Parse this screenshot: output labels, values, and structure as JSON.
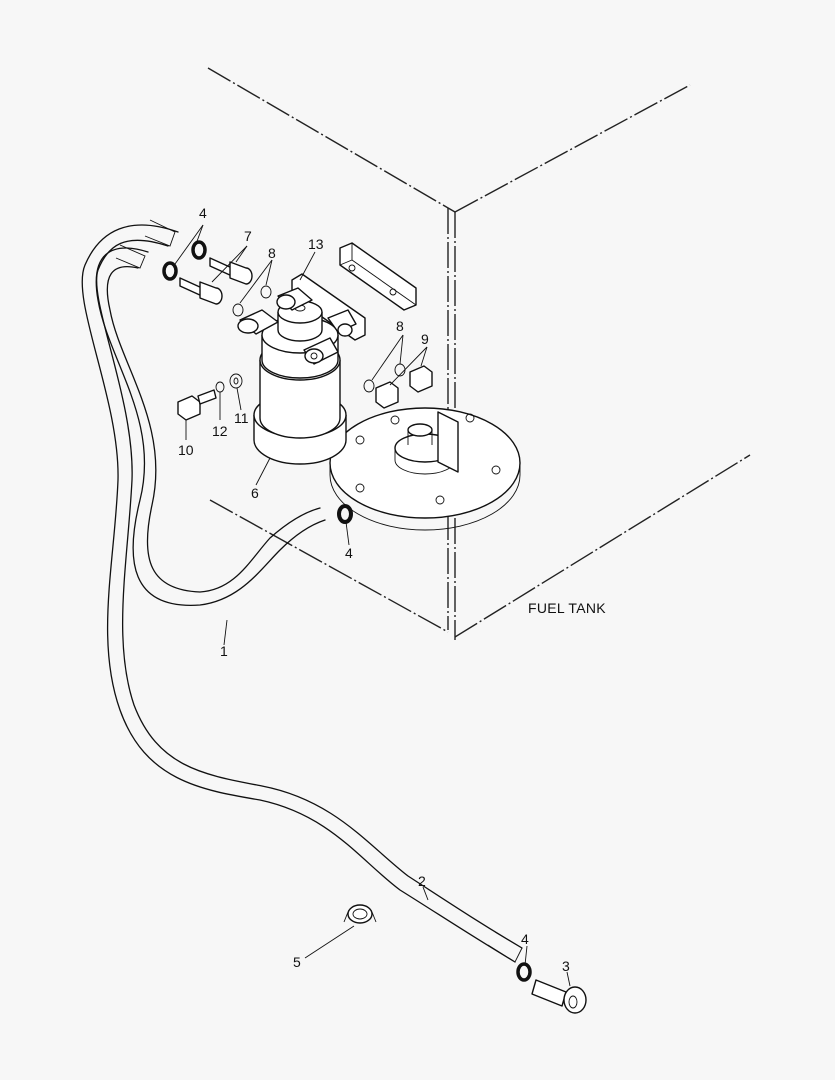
{
  "tank_label": "FUEL TANK",
  "callouts": {
    "c1": "1",
    "c2": "2",
    "c3": "3",
    "c4a": "4",
    "c4b": "4",
    "c4c": "4",
    "c5": "5",
    "c6": "6",
    "c7": "7",
    "c8a": "8",
    "c8b": "8",
    "c9": "9",
    "c10": "10",
    "c11": "11",
    "c12": "12",
    "c13": "13"
  }
}
